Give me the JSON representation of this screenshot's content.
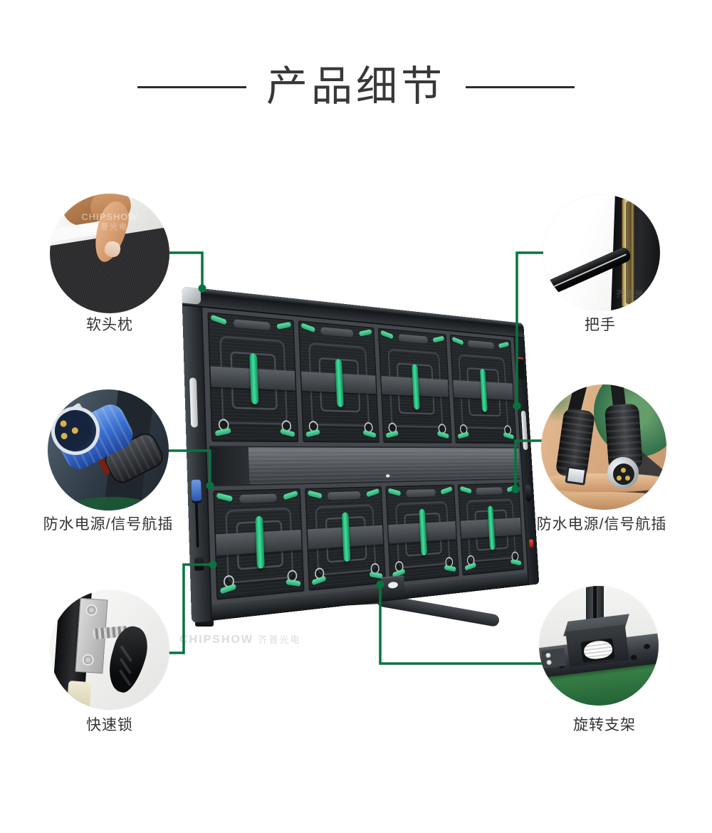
{
  "title": {
    "text": "产品细节"
  },
  "watermark": {
    "brand": "CHIPSHOW",
    "brand_cn": "齐普光电"
  },
  "callouts": {
    "top_left": {
      "label": "软头枕"
    },
    "middle_left": {
      "label": "防水电源/信号航插"
    },
    "bottom_left": {
      "label": "快速锁"
    },
    "top_right": {
      "label": "把手"
    },
    "middle_right": {
      "label": "防水电源/信号航插"
    },
    "bottom_right": {
      "label": "旋转支架"
    }
  },
  "colors": {
    "callout_line_green": "#077440",
    "module_handle_green": "#2fd48f",
    "title_text": "#383838",
    "label_text": "#333333",
    "background": "#ffffff"
  }
}
